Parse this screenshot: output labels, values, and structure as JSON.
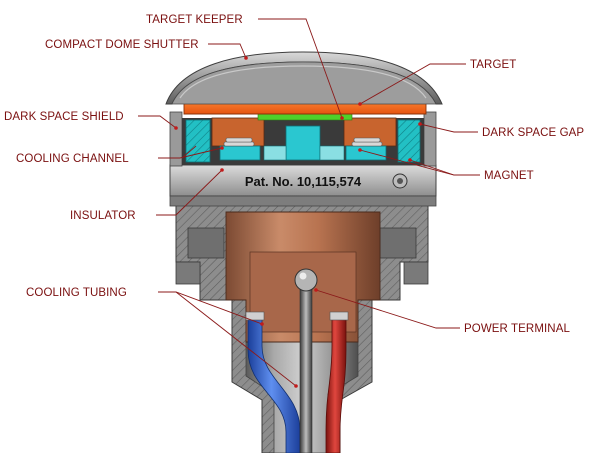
{
  "labels": {
    "target_keeper": "TARGET KEEPER",
    "compact_dome_shutter": "COMPACT DOME SHUTTER",
    "target": "TARGET",
    "dark_space_shield": "DARK SPACE SHIELD",
    "dark_space_gap": "DARK SPACE GAP",
    "cooling_channel": "COOLING CHANNEL",
    "magnet": "MAGNET",
    "insulator": "INSULATOR",
    "cooling_tubing": "COOLING TUBING",
    "power_terminal": "POWER TERMINAL"
  },
  "patent": "Pat. No. 10,115,574",
  "colors": {
    "label_text": "#7a0f0f",
    "leader_line": "#8b1a1a",
    "target": "#ff6a1a",
    "keeper": "#c8642e",
    "cooling_channel": "#1fb8b8",
    "magnet": "#2ac7d0",
    "copper": "#b87350",
    "housing": "#8a8a8a",
    "tube_blue": "#2a5fd1",
    "tube_red": "#c0211b"
  }
}
